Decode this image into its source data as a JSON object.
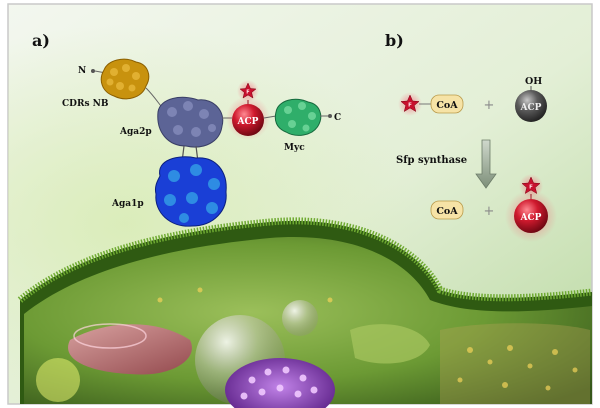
{
  "panel_a": {
    "label": "a)",
    "n_terminus": "N",
    "c_terminus": "C",
    "cdrs_nb": "CDRs NB",
    "aga2p": "Aga2p",
    "aga1p": "Aga1p",
    "myc": "Myc",
    "acp": "ACP",
    "fluorophore": "F"
  },
  "panel_b": {
    "label": "b)",
    "fluorophore_top": "F",
    "coa_top": "CoA",
    "plus_top": "+",
    "hydroxyl": "OH",
    "acp_top": "ACP",
    "enzyme": "Sfp synthase",
    "coa_bottom": "CoA",
    "plus_bottom": "+",
    "fluorophore_bottom": "F",
    "acp_bottom": "ACP"
  },
  "colors": {
    "acp_red": "#d01a2e",
    "acp_grey": "#5c5c5c",
    "coa_fill": "#f6e3a6",
    "fluor_red": "#c8102e",
    "aga1p_blue": "#1a3fd6",
    "aga2p_purple": "#5c6496",
    "myc_green": "#2fae6a",
    "nb_gold": "#c8920e",
    "cell_green": "#4a7a1c"
  }
}
